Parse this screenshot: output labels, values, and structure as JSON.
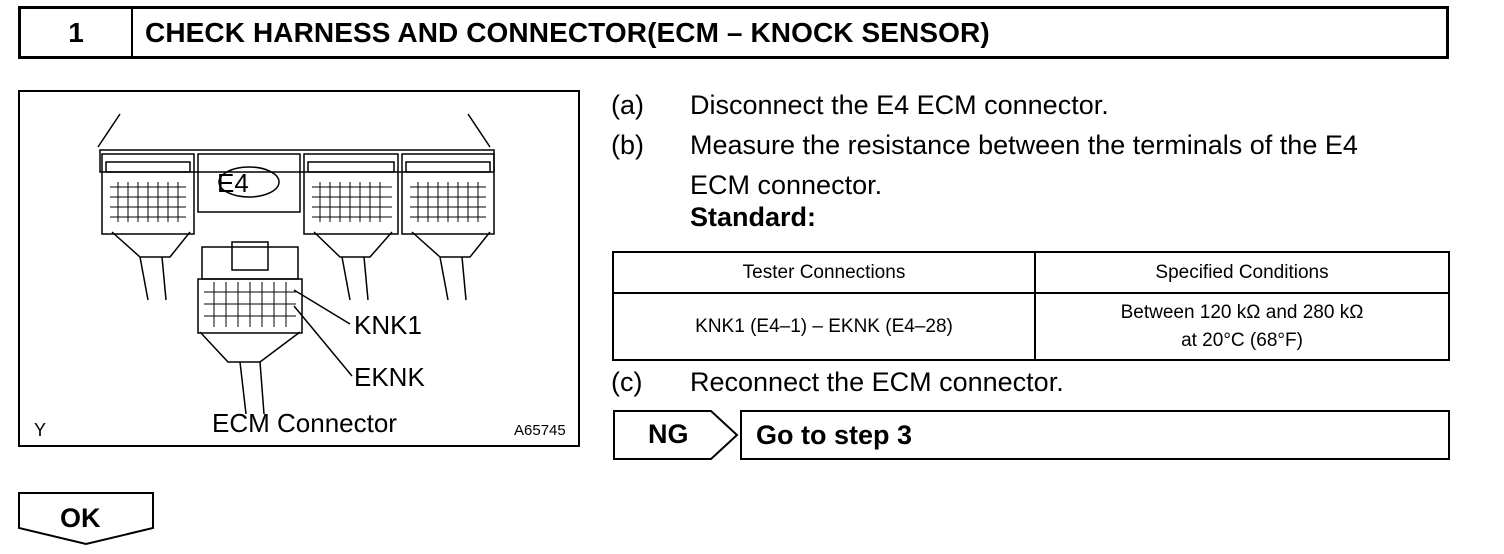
{
  "header": {
    "step_number": "1",
    "title": "CHECK HARNESS AND CONNECTOR(ECM – KNOCK SENSOR)"
  },
  "figure": {
    "connector_tag": "E4",
    "label_knk1": "KNK1",
    "label_eknk": "EKNK",
    "caption": "ECM Connector",
    "corner_left": "Y",
    "corner_right": "A65745"
  },
  "steps": [
    {
      "letter": "(a)",
      "text": "Disconnect the E4 ECM connector."
    },
    {
      "letter": "(b)",
      "text_line1": "Measure the resistance between the terminals of the E4",
      "text_line2": "ECM connector."
    },
    {
      "letter": "(c)",
      "text": "Reconnect the ECM connector."
    }
  ],
  "standard_label": "Standard:",
  "spec_table": {
    "headers": [
      "Tester Connections",
      "Specified Conditions"
    ],
    "rows": [
      {
        "connection": "KNK1 (E4–1) – EKNK (E4–28)",
        "condition_line1": "Between 120 kΩ  and 280 kΩ",
        "condition_line2": "at 20°C (68°F)"
      }
    ]
  },
  "ng": {
    "label": "NG",
    "action": "Go to step 3"
  },
  "ok": {
    "label": "OK"
  }
}
